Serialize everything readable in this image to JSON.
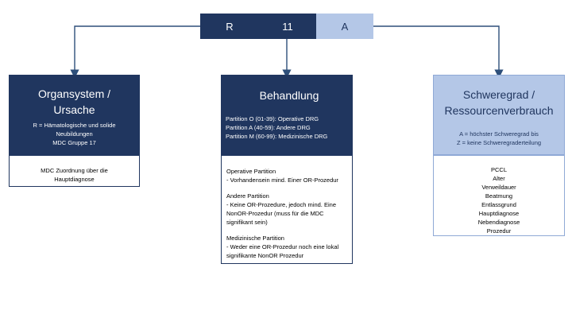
{
  "code": {
    "part1": "R",
    "part2": "11",
    "part3": "A"
  },
  "boxes": {
    "organsystem": {
      "title_line1": "Organsystem /",
      "title_line2": "Ursache",
      "subtitle_lines": [
        "R = Hämatologische und solide",
        "Neubildungen",
        "MDC Gruppe 17"
      ],
      "detail_lines": [
        "MDC Zuordnung über die",
        "Hauptdiagnose"
      ]
    },
    "behandlung": {
      "title": "Behandlung",
      "subtitle_lines": [
        "Partition O (01-39): Operative DRG",
        "Partition A (40-59): Andere DRG",
        "Partition M (60-99): Medizinische DRG"
      ],
      "detail_paragraphs": [
        [
          "Operative Partition",
          "- Vorhandensein mind. Einer OR-Prozedur"
        ],
        [
          "Andere Partition",
          "- Keine OR-Prozedure, jedoch mind. Eine",
          "NonOR-Prozedur (muss für die MDC",
          "signifikant sein)"
        ],
        [
          "Medizinische Partition",
          "- Weder eine OR-Prozedur noch eine lokal",
          "signifikante NonOR Prozedur"
        ]
      ]
    },
    "schweregrad": {
      "title_line1": "Schweregrad /",
      "title_line2": "Ressourcenverbrauch",
      "subtitle_lines": [
        "A = höchster Schweregrad bis",
        "Z = keine Schweregraderteilung"
      ],
      "detail_lines": [
        "PCCL",
        "Alter",
        "Verweildauer",
        "Beatmung",
        "Entlassgrund",
        "Hauptdiagnose",
        "Nebendiagnose",
        "Prozedur"
      ]
    }
  },
  "colors": {
    "dark": "#20365f",
    "light": "#b4c7e7",
    "connector": "#2e4f7a"
  }
}
